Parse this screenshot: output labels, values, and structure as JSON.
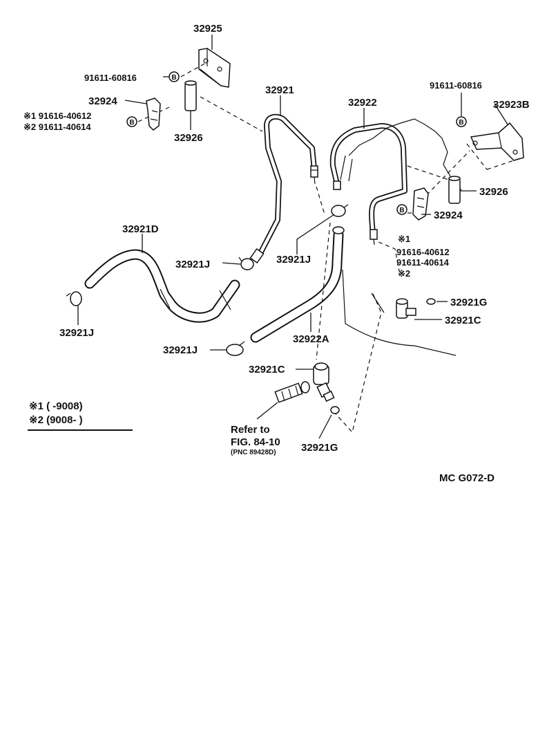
{
  "labels": {
    "p32925": "32925",
    "p91611_60816_a": "91611-60816",
    "p32924_a": "32924",
    "alt1_a": "※1 91616-40612",
    "alt2_a": "※2 91611-40614",
    "p32926_a": "32926",
    "p32921": "32921",
    "p32922": "32922",
    "p91611_60816_b": "91611-60816",
    "p32923B": "32923B",
    "p32926_b": "32926",
    "p32924_b": "32924",
    "mark1": "※1",
    "p91616_40612": "91616-40612",
    "p91611_40614": "91611-40614",
    "mark2": "※2",
    "p32921D": "32921D",
    "p32921J_a": "32921J",
    "p32921J_b": "32921J",
    "p32921J_c": "32921J",
    "p32921J_d": "32921J",
    "p32922A": "32922A",
    "p32921G_a": "32921G",
    "p32921C_a": "32921C",
    "p32921C_b": "32921C",
    "p32921G_b": "32921G",
    "bolt_b": "B",
    "refer_line1": "Refer to",
    "refer_line2": "FIG. 84-10",
    "refer_line3": "(PNC 89428D)",
    "legend_row1": "※1 (        -9008)",
    "legend_row2": "※2 (9008-        )",
    "diagram_code": "MC G072-D"
  },
  "colors": {
    "ink": "#111111",
    "paper": "#ffffff"
  }
}
